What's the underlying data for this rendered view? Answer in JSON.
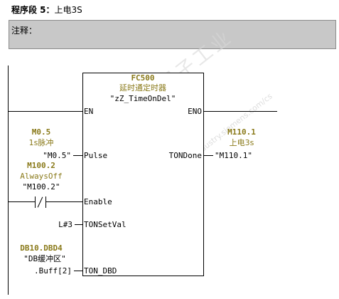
{
  "segment": {
    "label": "程序段 5：",
    "name": "上电3S"
  },
  "comment": {
    "label": "注释："
  },
  "block": {
    "name": "FC500",
    "comment": "延时通定时器",
    "symbol": "\"zZ_TimeOnDel\"",
    "pins": {
      "en": "EN",
      "eno": "ENO",
      "pulse": "Pulse",
      "enable": "Enable",
      "setval": "TONSetVal",
      "dbd": "TON_DBD",
      "done": "TONDone"
    }
  },
  "inputs": {
    "pulse": {
      "address": "M0.5",
      "comment": "1s脉冲",
      "symbol": "\"M0.5\""
    },
    "enable": {
      "address": "M100.2",
      "comment": "AlwaysOff",
      "symbol": "\"M100.2\""
    },
    "setval": {
      "value": "L#3"
    },
    "dbd": {
      "address": "DB10.DBD4",
      "symbol": "\"DB缓冲区\"",
      "member": ".Buff[2]"
    }
  },
  "outputs": {
    "done": {
      "address": "M110.1",
      "comment": "上电3s",
      "symbol": "\"M110.1\""
    }
  },
  "watermark": {
    "main": "西门子工业",
    "sub": "support.industry.siemens.com/cs"
  }
}
